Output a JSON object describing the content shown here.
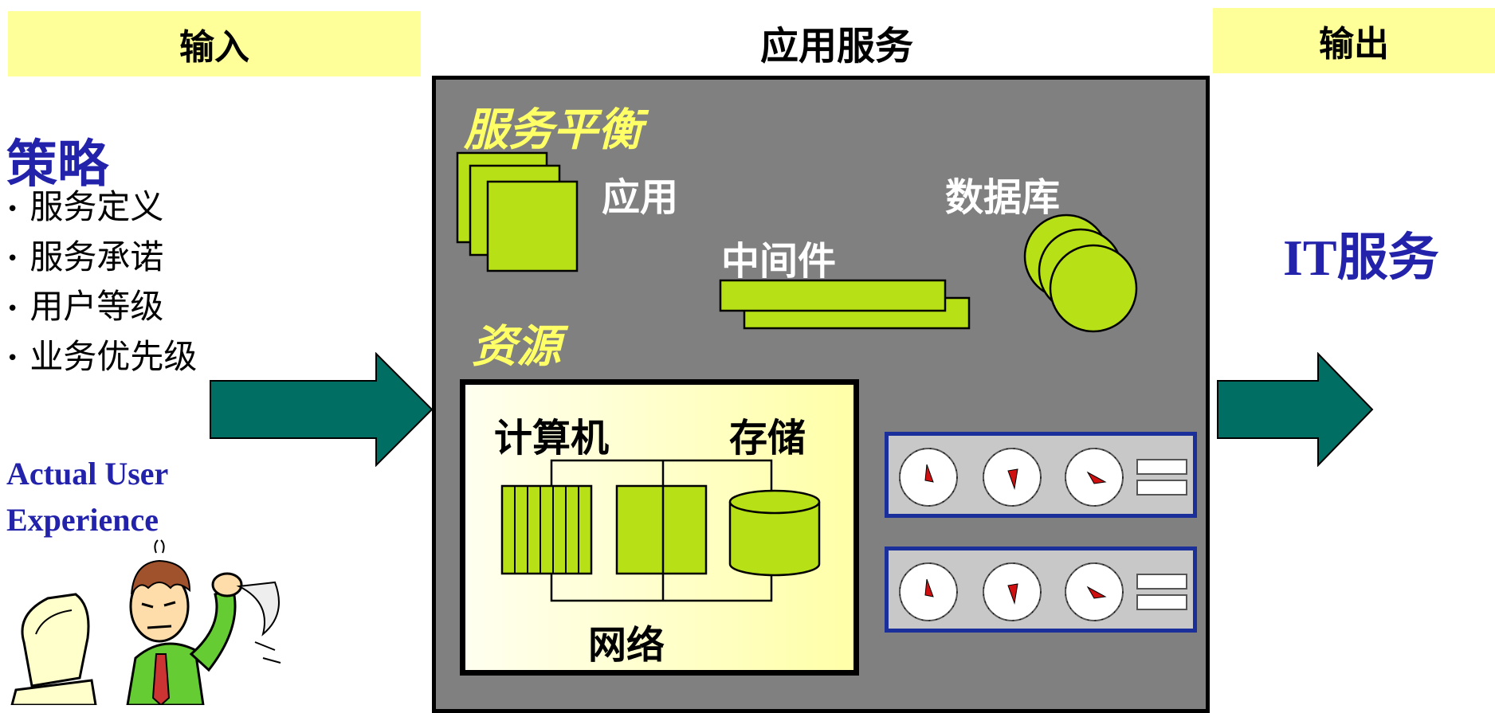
{
  "header": {
    "input": "输入",
    "service": "应用服务",
    "output": "输出"
  },
  "strategy": {
    "title": "策略",
    "items": [
      "服务定义",
      "服务承诺",
      "用户等级",
      "业务优先级"
    ]
  },
  "aue": {
    "line1": "Actual User",
    "line2": "Experience"
  },
  "output_label": "IT服务",
  "panel": {
    "balance_title": "服务平衡",
    "app": "应用",
    "middleware": "中间件",
    "database": "数据库",
    "resources_title": "资源",
    "computer": "计算机",
    "storage": "存储",
    "network": "网络"
  },
  "colors": {
    "header_fill": "#ffff99",
    "accent_green": "#b8e016",
    "arrow_teal": "#006e62",
    "panel_gray": "#808080",
    "title_blue": "#2222aa",
    "italic_yellow": "#ffff66"
  }
}
